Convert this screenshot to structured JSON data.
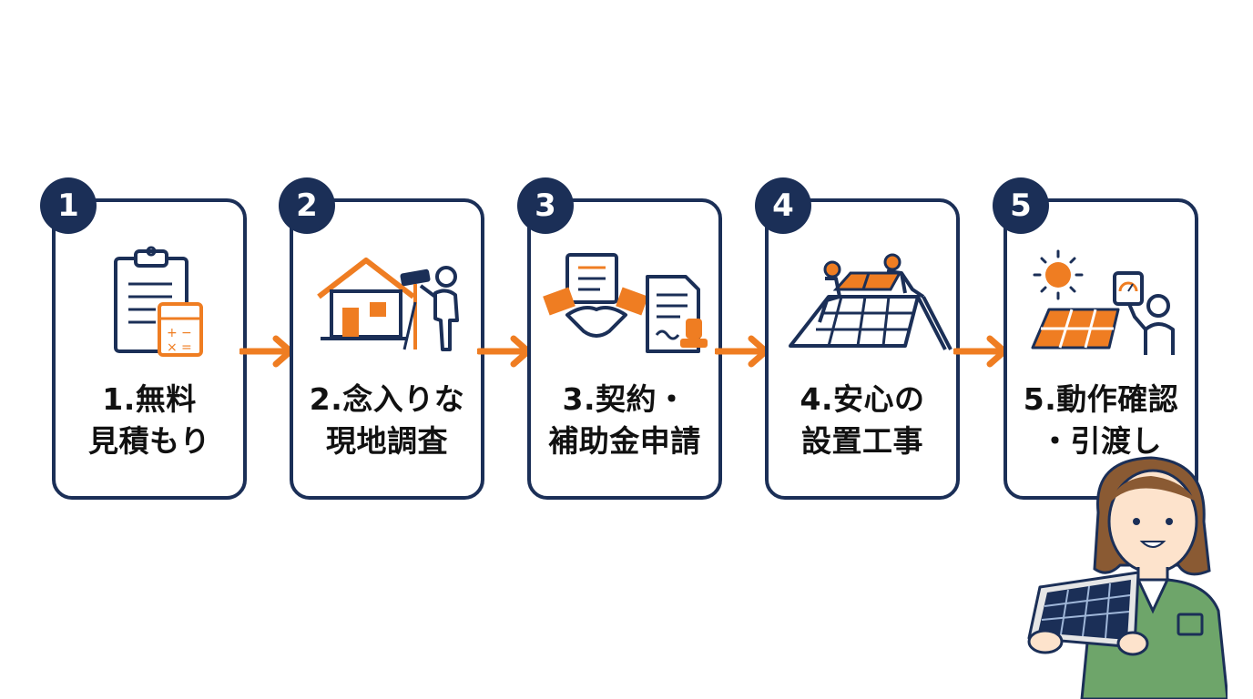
{
  "steps": [
    {
      "number": "1",
      "title_line1": "1.無料",
      "title_line2": "見積もり"
    },
    {
      "number": "2",
      "title_line1": "2.念入りな",
      "title_line2": "現地調査"
    },
    {
      "number": "3",
      "title_line1": "3.契約・",
      "title_line2": "補助金申請"
    },
    {
      "number": "4",
      "title_line1": "4.安心の",
      "title_line2": "設置工事"
    },
    {
      "number": "5",
      "title_line1": "5.動作確認",
      "title_line2": "・引渡し"
    }
  ],
  "colors": {
    "navy": "#1b2f57",
    "orange": "#ef7d22",
    "green": "#6ea56a"
  },
  "icons": [
    "clipboard-calculator-icon",
    "house-survey-icon",
    "handshake-contract-icon",
    "roof-installation-icon",
    "sun-panel-check-icon"
  ]
}
